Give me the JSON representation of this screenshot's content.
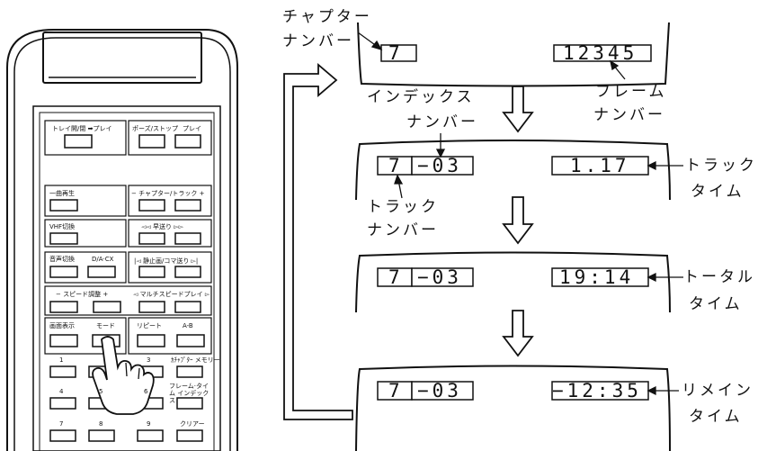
{
  "remote": {
    "buttons": {
      "tray": "トレイ開/閉 ➡プレイ",
      "pause_stop": "ポーズ/ストップ",
      "play": "プレイ",
      "repeat_one": "一曲再生",
      "chapter_track": "− チャプター/トラック +",
      "vhf": "VHF切換",
      "fast_fwd": "◅◅ 早送り ▻▻",
      "audio_switch": "音声切換",
      "da_cx": "D/A·CX",
      "still_frame": "|◅ 静止画/コマ送り ▻|",
      "speed_adjust": "− スピード調整 +",
      "multi_speed": "◅ マルチスピードプレイ ▻",
      "display": "画面表示",
      "mode": "モード",
      "repeat": "リピート",
      "ab": "A-B",
      "n1": "1",
      "n3": "3",
      "chapter_memory": "ｶﾁｬﾌﾟﾀｰ メモリー",
      "n4": "4",
      "n5": "5",
      "n6": "6",
      "frame_time_index": "フレーム·タイム インデックス",
      "n7": "7",
      "n8": "8",
      "n9": "9",
      "clear": "クリアー"
    }
  },
  "screens": [
    {
      "left": "7",
      "right": "12345"
    },
    {
      "left_main": "7",
      "left_sub": "−03",
      "right": "1.17"
    },
    {
      "left_main": "7",
      "left_sub": "−03",
      "right": "19:14"
    },
    {
      "left_main": "7",
      "left_sub": "−03",
      "right": "−12:35"
    }
  ],
  "labels": {
    "chapter_number": [
      "チャプター",
      "ナンバー"
    ],
    "frame_number": [
      "フレーム",
      "ナンバー"
    ],
    "index_number": [
      "インデックス",
      "ナンバー"
    ],
    "track_time": [
      "トラック",
      "タイム"
    ],
    "track_number": [
      "トラック",
      "ナンバー"
    ],
    "total_time": [
      "トータル",
      "タイム"
    ],
    "remain_time": [
      "リメイン",
      "タイム"
    ]
  }
}
